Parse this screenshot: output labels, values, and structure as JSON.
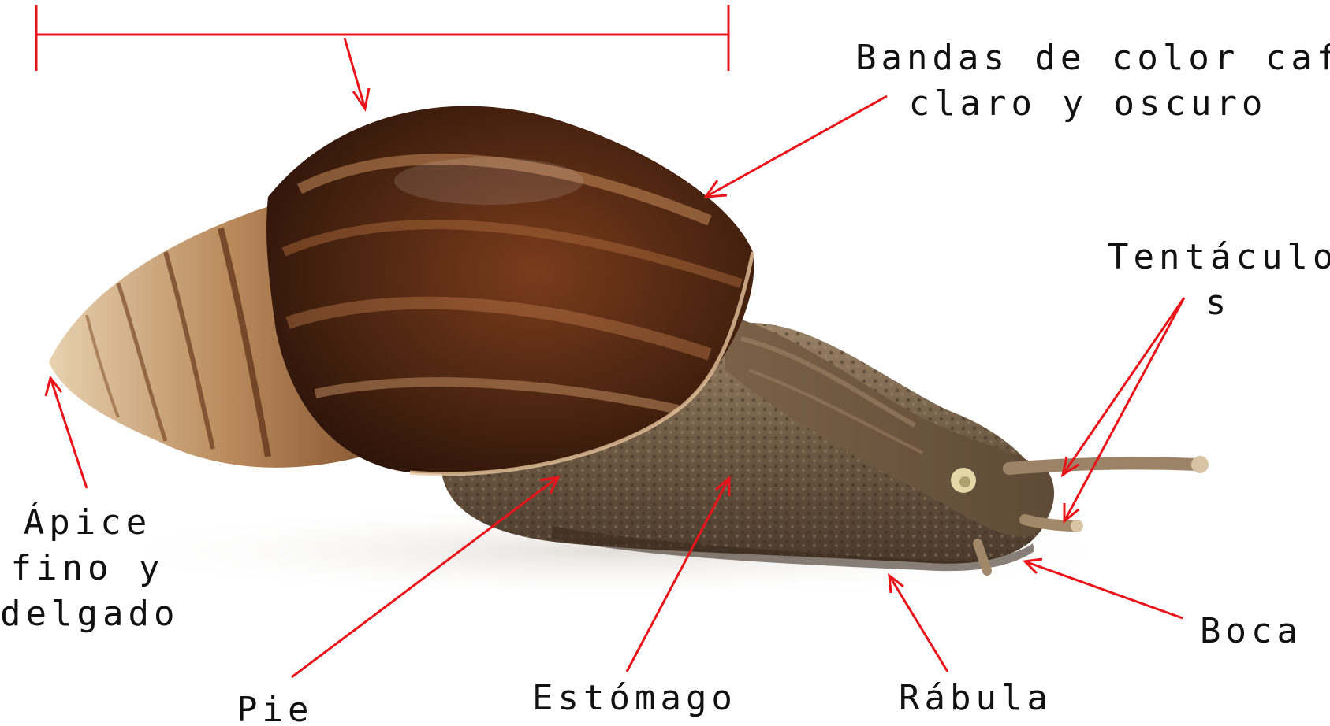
{
  "labels": {
    "shell_bands": [
      "Bandas de color café",
      "claro y oscuro"
    ],
    "tentacles": [
      "Tentáculo",
      "s"
    ],
    "apex": [
      "Ápice",
      "fino y",
      "delgado"
    ],
    "mouth": "Boca",
    "foot": "Pie",
    "stomach": "Estómago",
    "radula": "Rábula"
  },
  "colors": {
    "annotation": "#e8141a",
    "text": "#111111",
    "background": "#ffffff",
    "shell_dark": "#3a1a0c",
    "shell_mid": "#6b3418",
    "shell_light": "#c99a6a",
    "body": "#5a4a3a",
    "body_light": "#8a7a66"
  },
  "illustration": {
    "subject": "giant-african-land-snail",
    "parts": [
      "shell",
      "apex",
      "body",
      "foot",
      "tentacles",
      "eye",
      "mouth"
    ]
  }
}
